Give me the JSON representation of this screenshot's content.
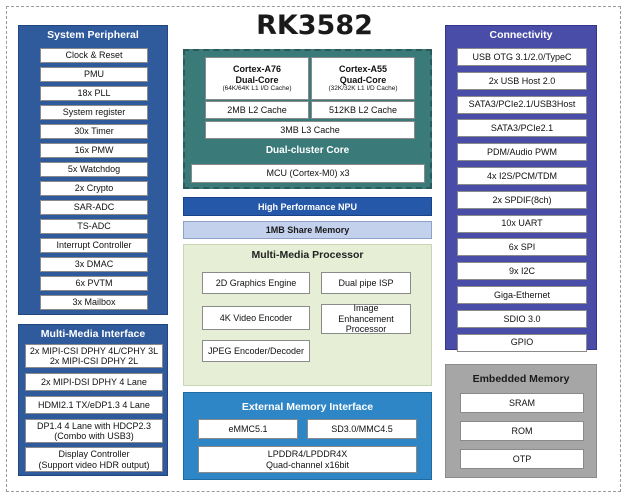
{
  "title": "RK3582",
  "system_peripheral": {
    "title": "System Peripheral",
    "items": [
      "Clock & Reset",
      "PMU",
      "18x PLL",
      "System register",
      "30x Timer",
      "16x PMW",
      "5x Watchdog",
      "2x Crypto",
      "SAR-ADC",
      "TS-ADC",
      "Interrupt Controller",
      "3x DMAC",
      "6x PVTM",
      "3x Mailbox"
    ]
  },
  "multimedia_interface": {
    "title": "Multi-Media Interface",
    "items": [
      [
        "2x MIPI-CSI DPHY 4L/CPHY 3L",
        "2x MIPI-CSI DPHY 2L"
      ],
      [
        "2x MIPI-DSI DPHY 4 Lane"
      ],
      [
        "HDMI2.1 TX/eDP1.3 4 Lane"
      ],
      [
        "DP1.4 4 Lane with HDCP2.3",
        "(Combo with USB3)"
      ],
      [
        "Display Controller",
        "(Support video HDR output)"
      ]
    ]
  },
  "cpu": {
    "a76": {
      "name": "Cortex-A76",
      "cores": "Dual-Core",
      "cache": "(64K/64K L1 I/D Cache)",
      "l2": "2MB L2 Cache"
    },
    "a55": {
      "name": "Cortex-A55",
      "cores": "Quad-Core",
      "cache": "(32K/32K L1 I/D Cache)",
      "l2": "512KB L2 Cache"
    },
    "l3": "3MB L3 Cache",
    "cluster_label": "Dual-cluster Core",
    "mcu": "MCU (Cortex-M0) x3"
  },
  "npu": "High Performance NPU",
  "share_memory": "1MB Share Memory",
  "multimedia_processor": {
    "title": "Multi-Media Processor",
    "items": [
      "2D Graphics Engine",
      "Dual pipe ISP",
      "4K Video Encoder",
      "Image Enhancement Processor",
      "JPEG Encoder/Decoder"
    ]
  },
  "external_memory": {
    "title": "External Memory Interface",
    "emmc": "eMMC5.1",
    "sd": "SD3.0/MMC4.5",
    "lpddr": [
      "LPDDR4/LPDDR4X",
      "Quad-channel x16bit"
    ]
  },
  "connectivity": {
    "title": "Connectivity",
    "items": [
      "USB OTG 3.1/2.0/TypeC",
      "2x USB Host 2.0",
      "SATA3/PCIe2.1/USB3Host",
      "SATA3/PCIe2.1",
      "PDM/Audio PWM",
      "4x I2S/PCM/TDM",
      "2x SPDIF(8ch)",
      "10x UART",
      "6x SPI",
      "9x I2C",
      "Giga-Ethernet",
      "SDIO 3.0",
      "GPIO"
    ]
  },
  "embedded_memory": {
    "title": "Embedded Memory",
    "items": [
      "SRAM",
      "ROM",
      "OTP"
    ]
  },
  "colors": {
    "blue": "#2f5a9c",
    "navy": "#4a4da8",
    "teal": "#3a7b7a",
    "npu": "#2558a8",
    "share": "#c3d1ec",
    "mm_processor": "#e6eed5",
    "ext_memory": "#2e86c6",
    "grey": "#a6a6a6"
  }
}
